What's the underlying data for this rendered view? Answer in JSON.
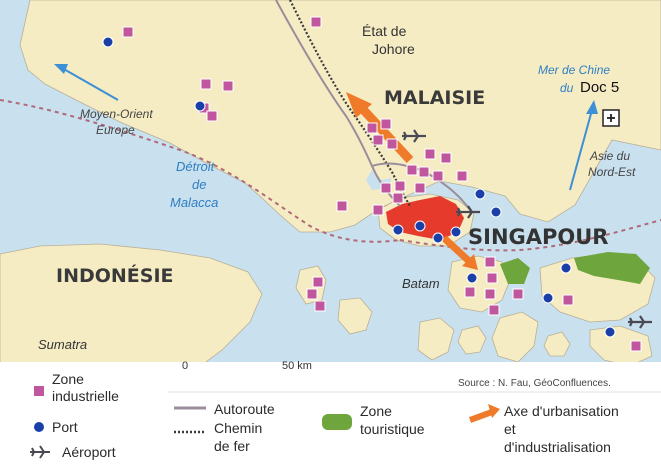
{
  "labels": {
    "etat_johore": [
      "État de",
      "Johore"
    ],
    "malaisie": "MALAISIE",
    "singapour": "SINGAPOUR",
    "indonesie": "INDONÉSIE",
    "sumatra": "Sumatra",
    "batam": "Batam",
    "detroit": [
      "Détroit",
      "de",
      "Malacca"
    ],
    "mer_chine": [
      "Mer de Chine",
      "du"
    ],
    "doc": "Doc 5",
    "moyen_orient": [
      "Moyen-Orient",
      "Europe"
    ],
    "asie_nord_est": [
      "Asie du",
      "Nord-Est"
    ],
    "scale_start": "0",
    "scale_end": "50 km",
    "source": "Source : N. Fau, GéoConfluences."
  },
  "legend": {
    "zone_industrielle": [
      "Zone",
      "industrielle"
    ],
    "port": "Port",
    "aeroport": "Aéroport",
    "autoroute": "Autoroute",
    "chemin_de_fer": [
      "Chemin",
      "de fer"
    ],
    "zone_touristique": [
      "Zone",
      "touristique"
    ],
    "axe": [
      "Axe d'urbanisation",
      "et",
      "d'industrialisation"
    ]
  },
  "colors": {
    "sea": "#c9e0ee",
    "land": "#f6ecc4",
    "industrial": "#c0569e",
    "port": "#1a3fa8",
    "singapore_urban": "#e53a2c",
    "tourism": "#6ea53c",
    "axis_arrow": "#ee7a2a",
    "flow_arrow": "#3d8fd6",
    "water_text": "#2d7fc3"
  },
  "icons": {
    "airport": "plane-icon",
    "expand": "plus-square-icon"
  }
}
